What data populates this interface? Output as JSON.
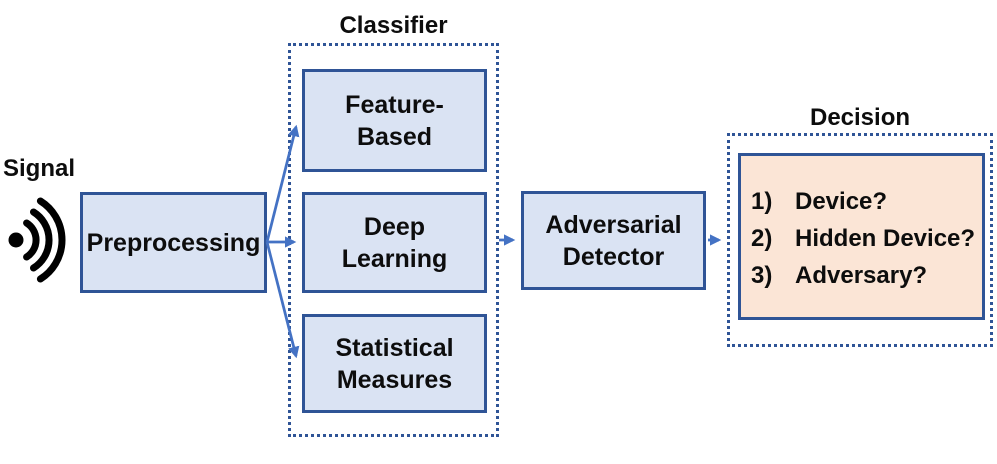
{
  "colors": {
    "background": "#ffffff",
    "box_fill": "#dae3f3",
    "box_border": "#2f5496",
    "dotted_border": "#2f5496",
    "decision_fill": "#fbe5d6",
    "arrow": "#4472c4",
    "text": "#0d0d0d",
    "signal_icon": "#000000"
  },
  "signal": {
    "label": "Signal",
    "icon": "signal-waves-icon"
  },
  "preprocessing": {
    "label": "Preprocessing"
  },
  "classifier": {
    "title": "Classifier",
    "boxes": [
      {
        "line1": "Feature-",
        "line2": "Based"
      },
      {
        "line1": "Deep",
        "line2": "Learning"
      },
      {
        "line1": "Statistical",
        "line2": "Measures"
      }
    ]
  },
  "adversarial_detector": {
    "line1": "Adversarial",
    "line2": "Detector"
  },
  "decision": {
    "title": "Decision",
    "items": [
      {
        "num": "1)",
        "text": "Device?"
      },
      {
        "num": "2)",
        "text": "Hidden Device?"
      },
      {
        "num": "3)",
        "text": "Adversary?"
      }
    ]
  }
}
